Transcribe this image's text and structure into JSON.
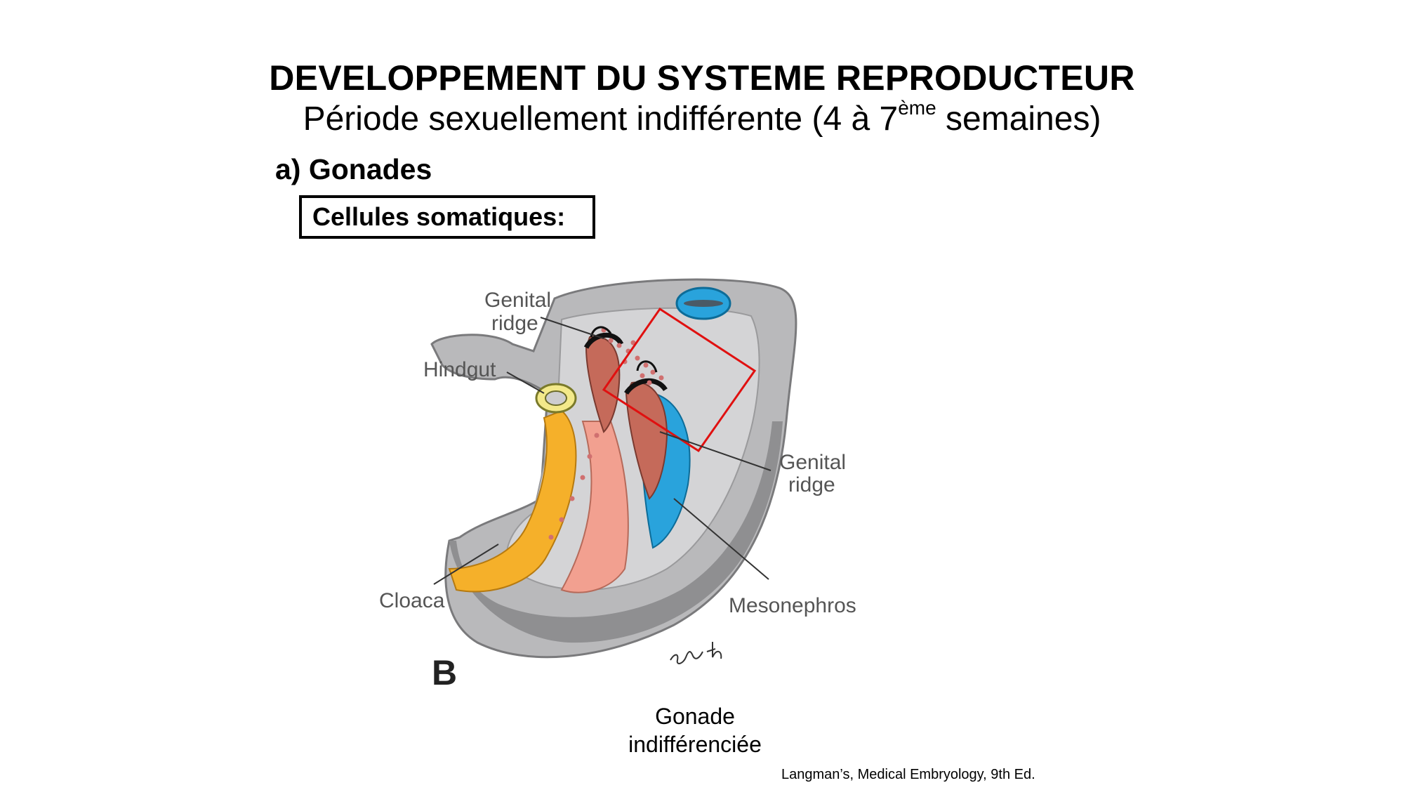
{
  "slide": {
    "title": "DEVELOPPEMENT DU SYSTEME REPRODUCTEUR",
    "subtitle_main": "Période sexuellement indifférente (4 à 7",
    "subtitle_sup": "ème",
    "subtitle_end": " semaines)",
    "section": "a) Gonades",
    "box_label": "Cellules somatiques:",
    "caption_line1": "Gonade",
    "caption_line2": "indifférenciée",
    "source": "Langman’s, Medical Embryology, 9th Ed."
  },
  "diagram": {
    "labels": {
      "genital_ridge_top_1": "Genital",
      "genital_ridge_top_2": "ridge",
      "hindgut": "Hindgut",
      "genital_ridge_right_1": "Genital",
      "genital_ridge_right_2": "ridge",
      "cloaca": "Cloaca",
      "mesonephros": "Mesonephros",
      "panel_letter": "B"
    },
    "colors": {
      "tissue_gray": "#bcbcbe",
      "tissue_dark": "#8a8a8c",
      "mesonephros_blue": "#29a3dc",
      "genital_ridge_red": "#c56a5a",
      "hindgut_orange": "#f5b02a",
      "mesoderm_salmon": "#f2a090",
      "highlight_red": "#e01010"
    }
  }
}
